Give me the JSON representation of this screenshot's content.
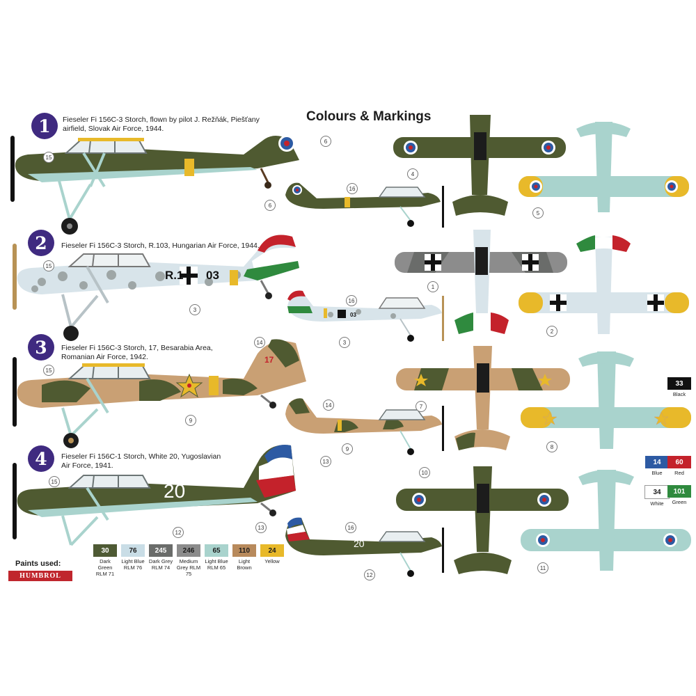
{
  "title": "Colours & Markings",
  "variants": [
    {
      "num": "1",
      "caption": "Fieseler Fi 156C-3 Storch, flown by pilot J. Režňák, Piešťany airfield, Slovak Air Force, 1944."
    },
    {
      "num": "2",
      "caption": "Fieseler Fi 156C-3 Storch, R.103, Hungarian Air Force, 1944."
    },
    {
      "num": "3",
      "caption": "Fieseler Fi 156C-3 Storch, 17, Besarabia Area, Romanian Air Force, 1942."
    },
    {
      "num": "4",
      "caption": "Fieseler Fi 156C-1 Storch, White 20, Yugoslavian Air Force, 1941."
    }
  ],
  "fuselage_codes": {
    "hungarian_left": "R.1",
    "hungarian_right": "03",
    "hungarian_small": "03",
    "romanian_tail": "17",
    "yugoslav_big": "20",
    "yugoslav_small": "20"
  },
  "callouts": {
    "c15": "15",
    "c6": "6",
    "c16": "16",
    "c4": "4",
    "c5": "5",
    "c3": "3",
    "c1": "1",
    "c2": "2",
    "c14": "14",
    "c9": "9",
    "c7": "7",
    "c8": "8",
    "c13": "13",
    "c12": "12",
    "c10": "10",
    "c11": "11"
  },
  "paints_label": "Paints used:",
  "brand": "HUMBROL",
  "paints": [
    {
      "code": "30",
      "label": "Dark Green RLM 71",
      "color": "#4e5a34",
      "text": "#ffffff"
    },
    {
      "code": "76",
      "label": "Light Blue RLM 76",
      "color": "#c9dde6",
      "text": "#1c1c1c"
    },
    {
      "code": "245",
      "label": "Dark Grey RLM 74",
      "color": "#6a6c6a",
      "text": "#ffffff"
    },
    {
      "code": "246",
      "label": "Medium Grey RLM 75",
      "color": "#8c8c8c",
      "text": "#1c1c1c"
    },
    {
      "code": "65",
      "label": "Light Blue RLM 65",
      "color": "#a9d3cd",
      "text": "#1c1c1c"
    },
    {
      "code": "110",
      "label": "Light Brown",
      "color": "#b88a5c",
      "text": "#1c1c1c"
    },
    {
      "code": "24",
      "label": "Yellow",
      "color": "#e8b92a",
      "text": "#1c1c1c"
    }
  ],
  "paints_extra": [
    {
      "code": "33",
      "label": "Black",
      "color": "#111111",
      "text": "#ffffff"
    },
    {
      "code": "14",
      "label": "Blue",
      "color": "#2d5aa3",
      "text": "#ffffff"
    },
    {
      "code": "60",
      "label": "Red",
      "color": "#c4222b",
      "text": "#ffffff"
    },
    {
      "code": "34",
      "label": "White",
      "color": "#ffffff",
      "text": "#1c1c1c"
    },
    {
      "code": "101",
      "label": "Green",
      "color": "#2f8a3e",
      "text": "#ffffff"
    }
  ]
}
